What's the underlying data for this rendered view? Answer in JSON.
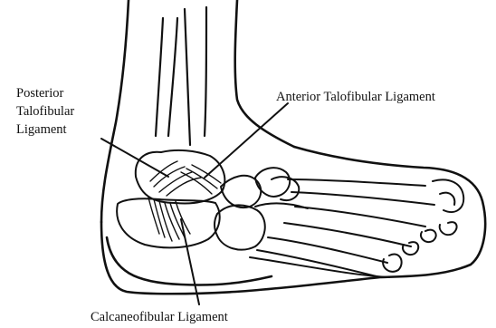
{
  "labels": {
    "posterior_talofibular": [
      "Posterior",
      "Talofibular",
      "Ligament"
    ],
    "anterior_talofibular": "Anterior Talofibular Ligament",
    "calcaneofibular": "Calcaneofibular Ligament"
  },
  "colors": {
    "ink": "#111111",
    "background": "#ffffff"
  }
}
